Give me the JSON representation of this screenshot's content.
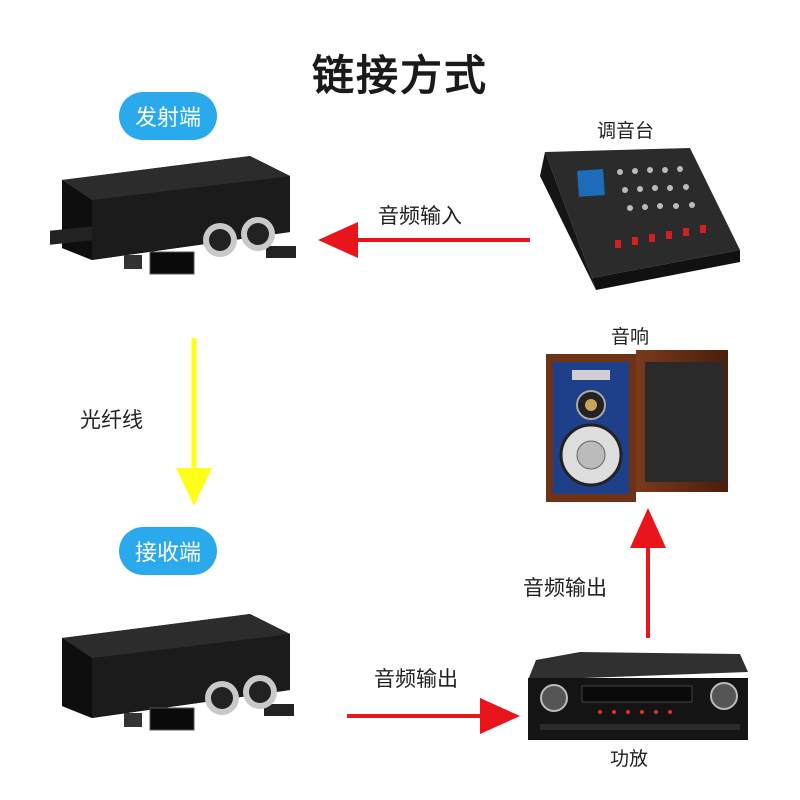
{
  "title": "链接方式",
  "transmitter": {
    "label": "发射端"
  },
  "receiver": {
    "label": "接收端"
  },
  "fiber": {
    "label": "光纤线"
  },
  "mixer": {
    "label": "调音台"
  },
  "speaker": {
    "label": "音响"
  },
  "amplifier": {
    "label": "功放"
  },
  "arrows": {
    "audio_in": "音频输入",
    "audio_out_to_speaker": "音频输出",
    "audio_out_to_amp": "音频输出"
  },
  "colors": {
    "pill": "#2aa9ec",
    "red_arrow": "#e8151c",
    "yellow_arrow": "#ffff1a"
  }
}
